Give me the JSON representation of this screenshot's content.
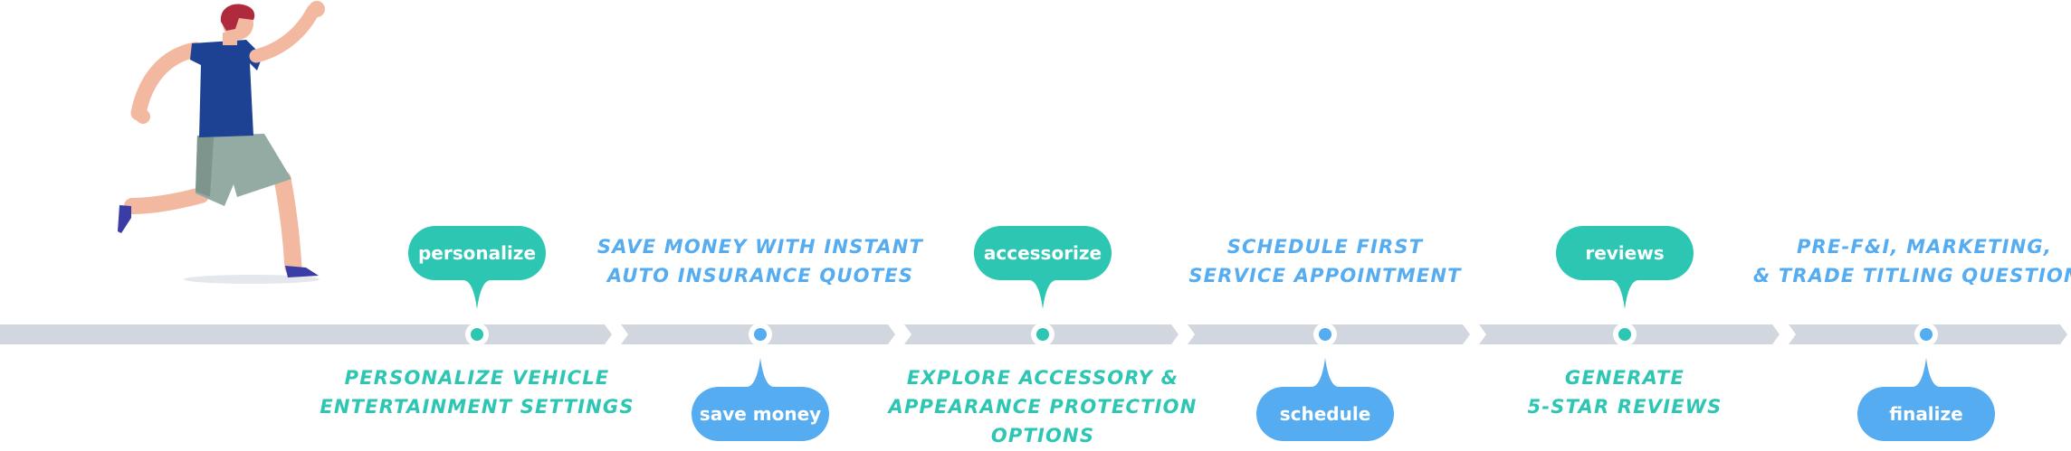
{
  "colors": {
    "teal": "#2CC6B3",
    "blue": "#55ACF0",
    "track": "#D2D7DF",
    "dot_ring": "#FFFFFF"
  },
  "figure": {
    "icon": "running-person-illustration"
  },
  "steps": [
    {
      "label": "personalize",
      "color": "#2CC6B3",
      "pill_side": "top",
      "description": [
        "PERSONALIZE VEHICLE",
        "ENTERTAINMENT SETTINGS"
      ]
    },
    {
      "label": "save money",
      "color": "#55ACF0",
      "pill_side": "bottom",
      "description": [
        "SAVE MONEY WITH INSTANT",
        "AUTO INSURANCE QUOTES"
      ]
    },
    {
      "label": "accessorize",
      "color": "#2CC6B3",
      "pill_side": "top",
      "description": [
        "EXPLORE ACCESSORY &",
        "APPEARANCE PROTECTION",
        "OPTIONS"
      ]
    },
    {
      "label": "schedule",
      "color": "#55ACF0",
      "pill_side": "bottom",
      "description": [
        "SCHEDULE FIRST",
        "SERVICE APPOINTMENT"
      ]
    },
    {
      "label": "reviews",
      "color": "#2CC6B3",
      "pill_side": "top",
      "description": [
        "GENERATE",
        "5-STAR REVIEWS"
      ]
    },
    {
      "label": "finalize",
      "color": "#55ACF0",
      "pill_side": "bottom",
      "description": [
        "PRE-F&I, MARKETING,",
        "& TRADE TITLING QUESTIONS"
      ]
    }
  ]
}
